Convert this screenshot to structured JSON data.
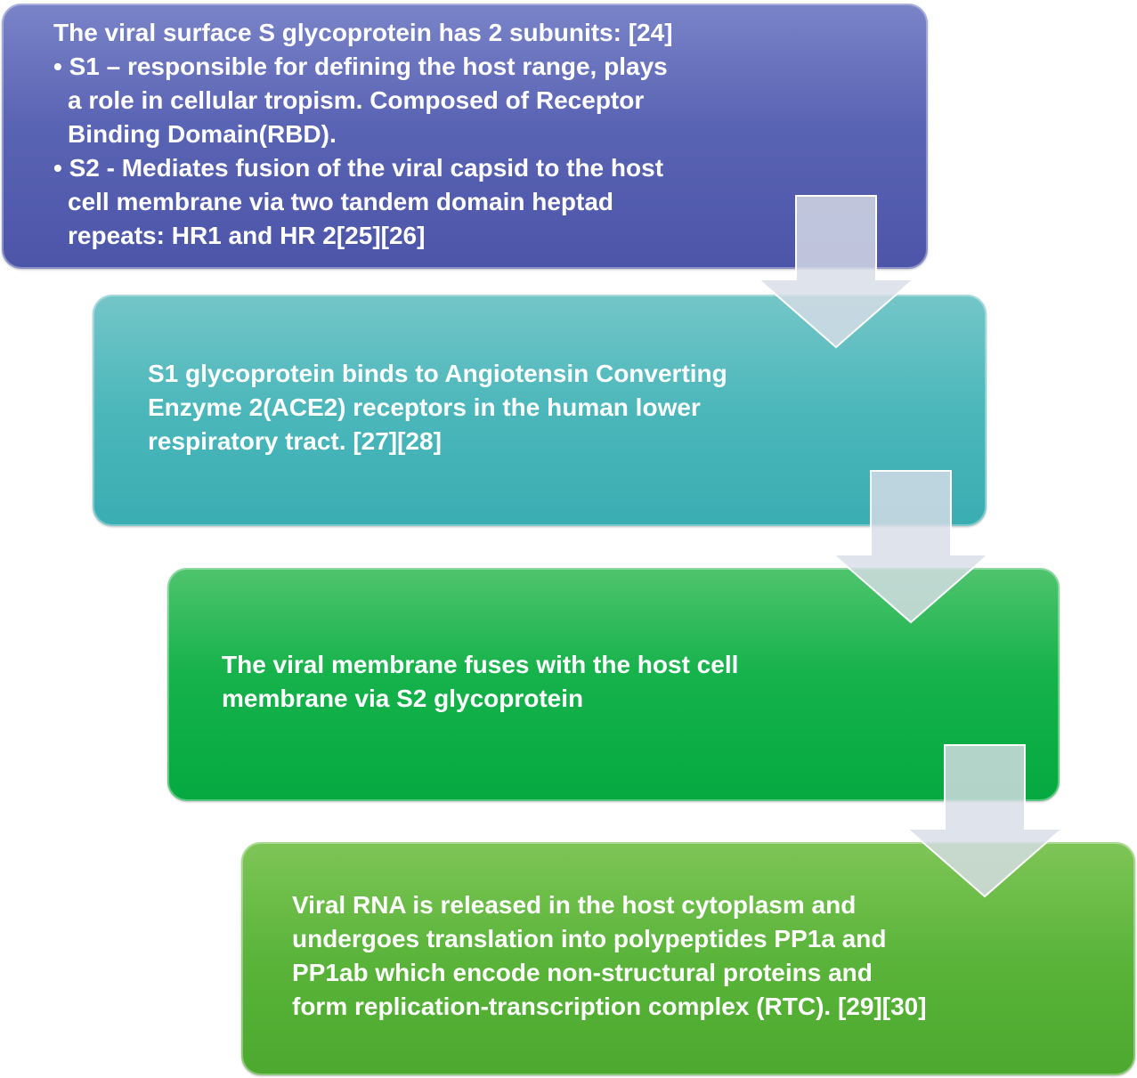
{
  "steps": [
    {
      "lines": [
        "The viral surface S glycoprotein has 2 subunits: [24]",
        "• S1 – responsible for defining the host range, plays",
        "a role in cellular tropism. Composed of Receptor",
        "Binding Domain(RBD).",
        "• S2 - Mediates fusion of the viral capsid to the host",
        "cell membrane via two tandem domain heptad",
        "repeats: HR1 and HR 2[25][26]"
      ]
    },
    {
      "lines": [
        "S1 glycoprotein binds to Angiotensin Converting",
        "Enzyme 2(ACE2) receptors in the human lower",
        "respiratory tract. [27][28]"
      ]
    },
    {
      "lines": [
        "The viral membrane fuses with the host cell",
        "membrane via S2 glycoprotein"
      ]
    },
    {
      "lines": [
        "Viral RNA is released in the host cytoplasm and",
        "undergoes translation into polypeptides PP1a and",
        "PP1ab which encode non-structural proteins and",
        "form replication-transcription complex (RTC). [29][30]"
      ]
    }
  ],
  "colors": {
    "step1": "#5a64b4",
    "step2": "#4bb7bb",
    "step3": "#16b24b",
    "step4": "#5ab43a",
    "arrow_fill": "#d8dde6"
  },
  "icons": {
    "connector": "down-arrow-icon"
  }
}
